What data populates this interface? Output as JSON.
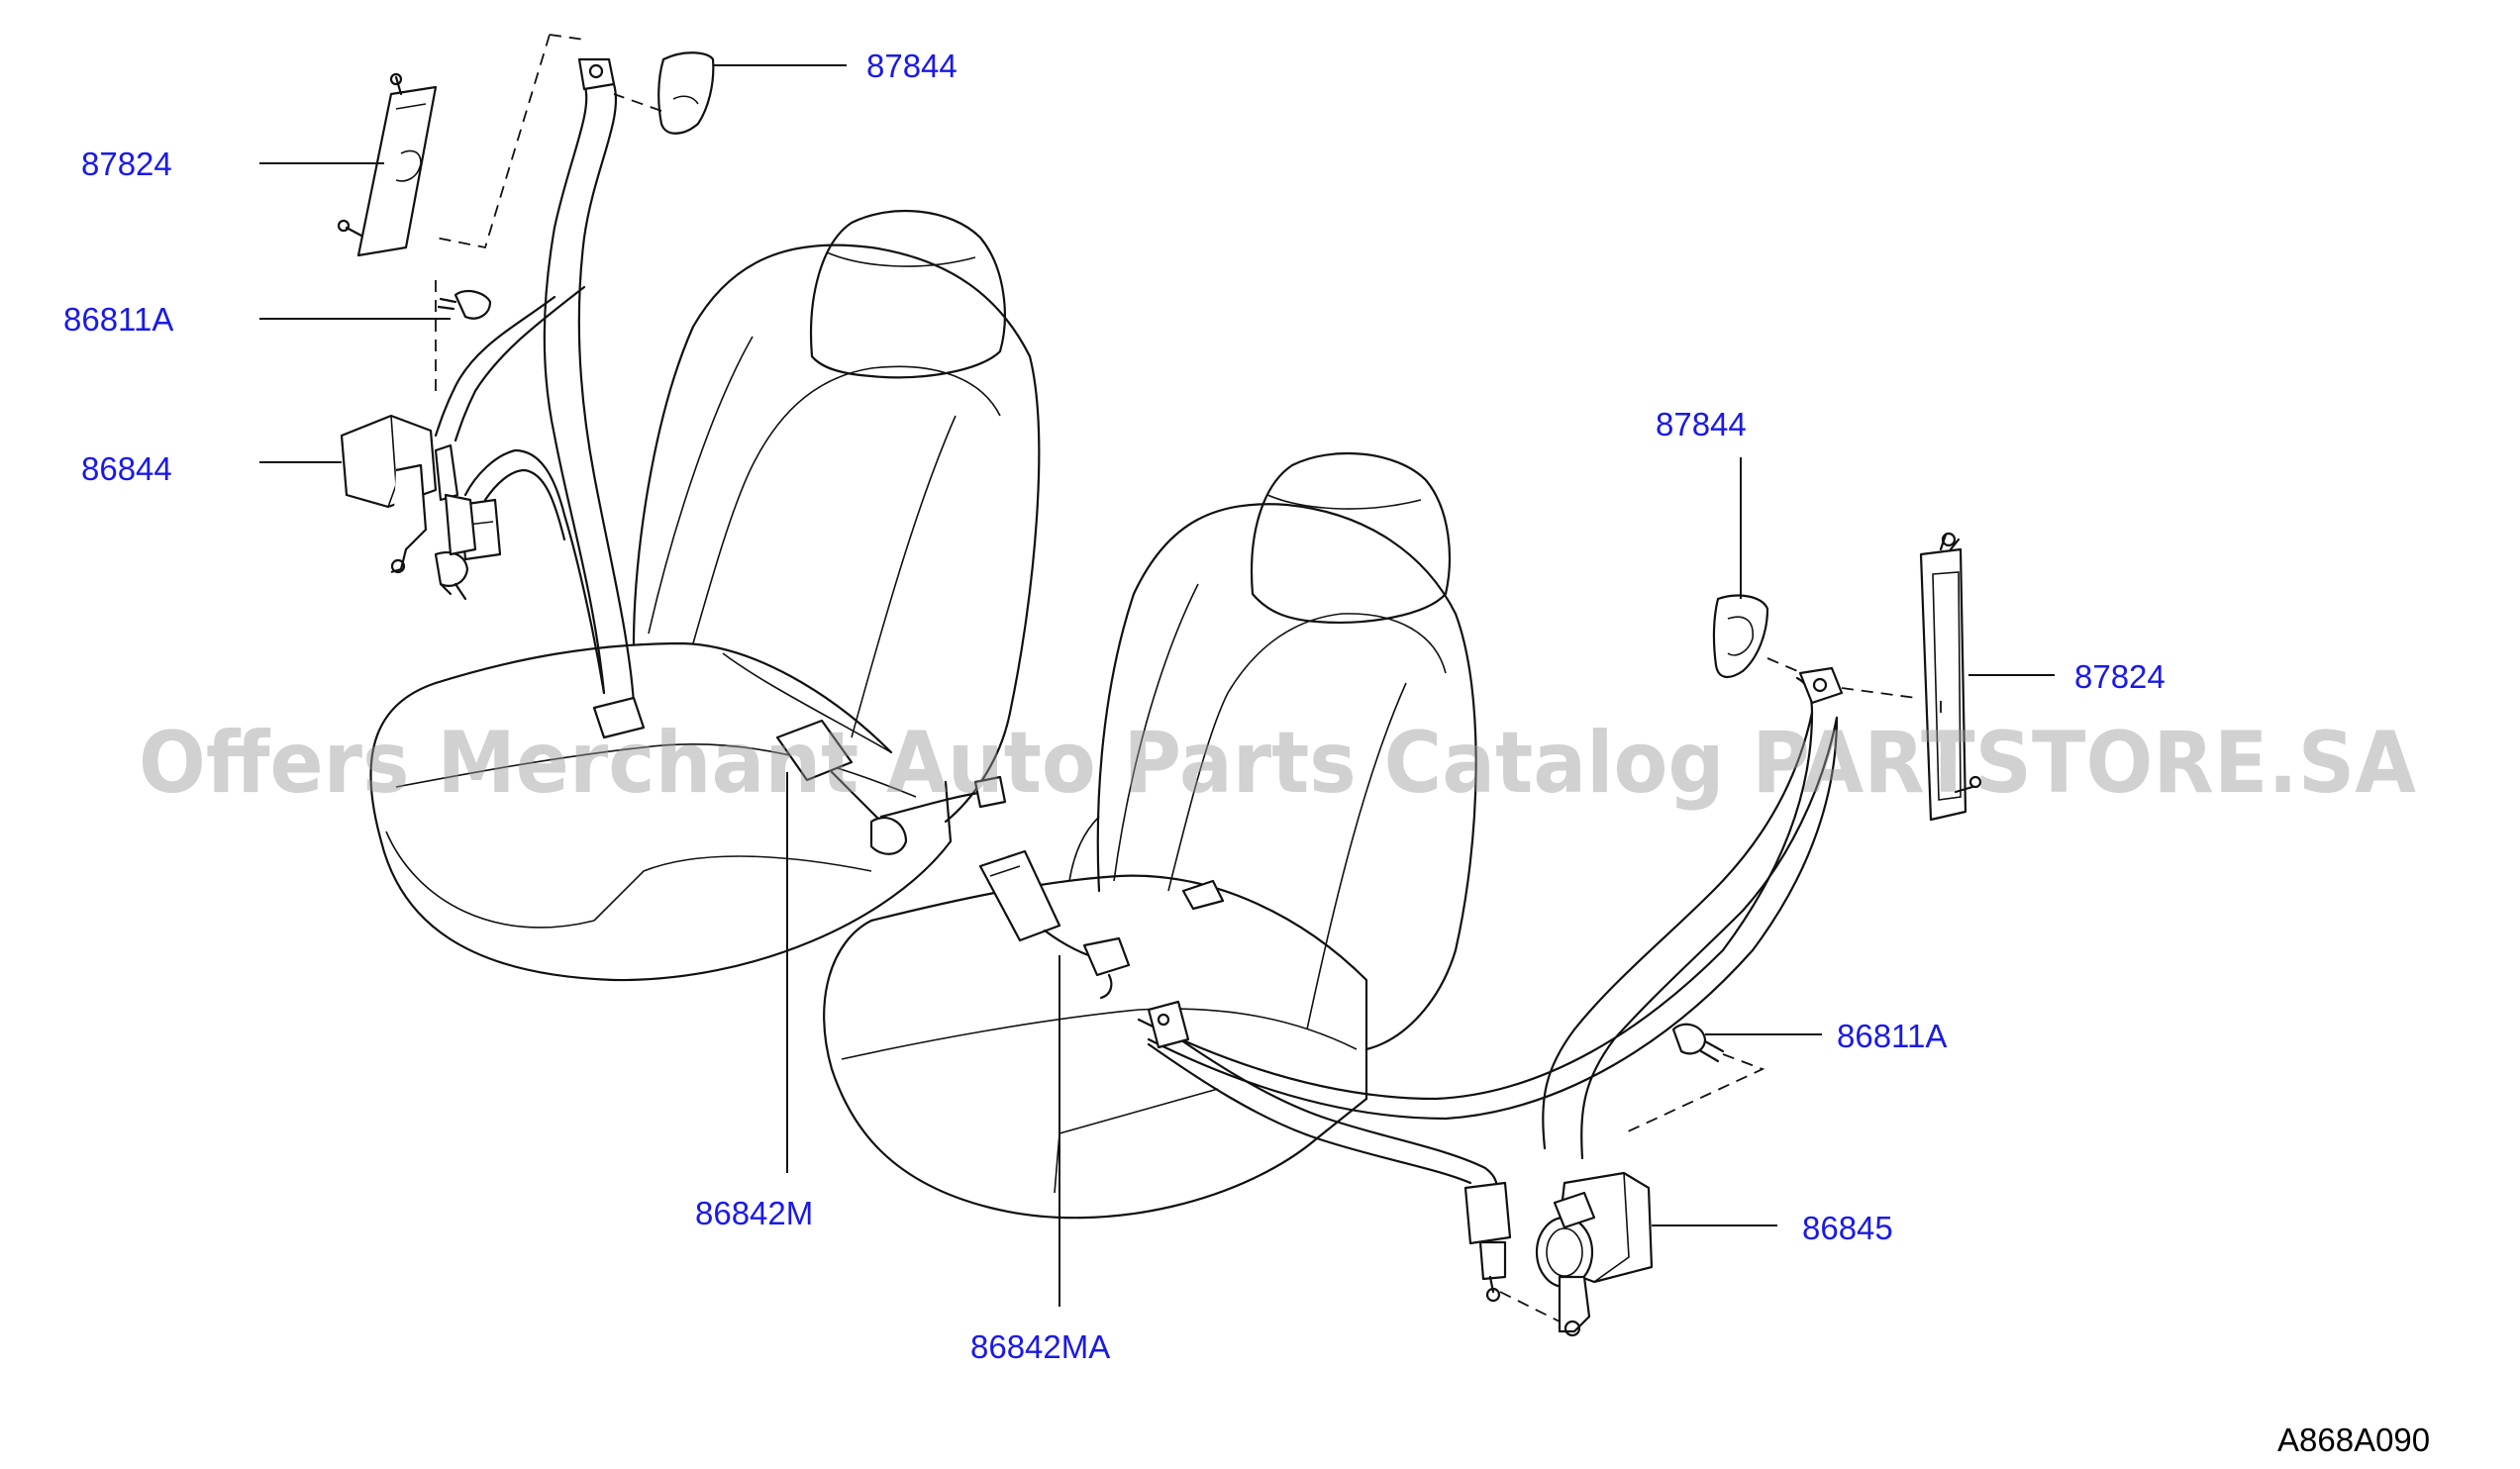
{
  "diagram": {
    "part_labels": [
      {
        "id": "left-87844",
        "text": "87844"
      },
      {
        "id": "left-87824",
        "text": "87824"
      },
      {
        "id": "left-86811a",
        "text": "86811A"
      },
      {
        "id": "left-86844",
        "text": "86844"
      },
      {
        "id": "center-86842m",
        "text": "86842M"
      },
      {
        "id": "center-86842ma",
        "text": "86842MA"
      },
      {
        "id": "right-87844",
        "text": "87844"
      },
      {
        "id": "right-87824",
        "text": "87824"
      },
      {
        "id": "right-86811a",
        "text": "86811A"
      },
      {
        "id": "right-86845",
        "text": "86845"
      }
    ],
    "drawing_code": "A868A090",
    "watermark": "Offers Merchant Auto Parts Catalog PARTSTORE.SA",
    "colors": {
      "label": "#1a1ae6",
      "line": "#111111",
      "watermark": "#9a9a9a"
    }
  }
}
